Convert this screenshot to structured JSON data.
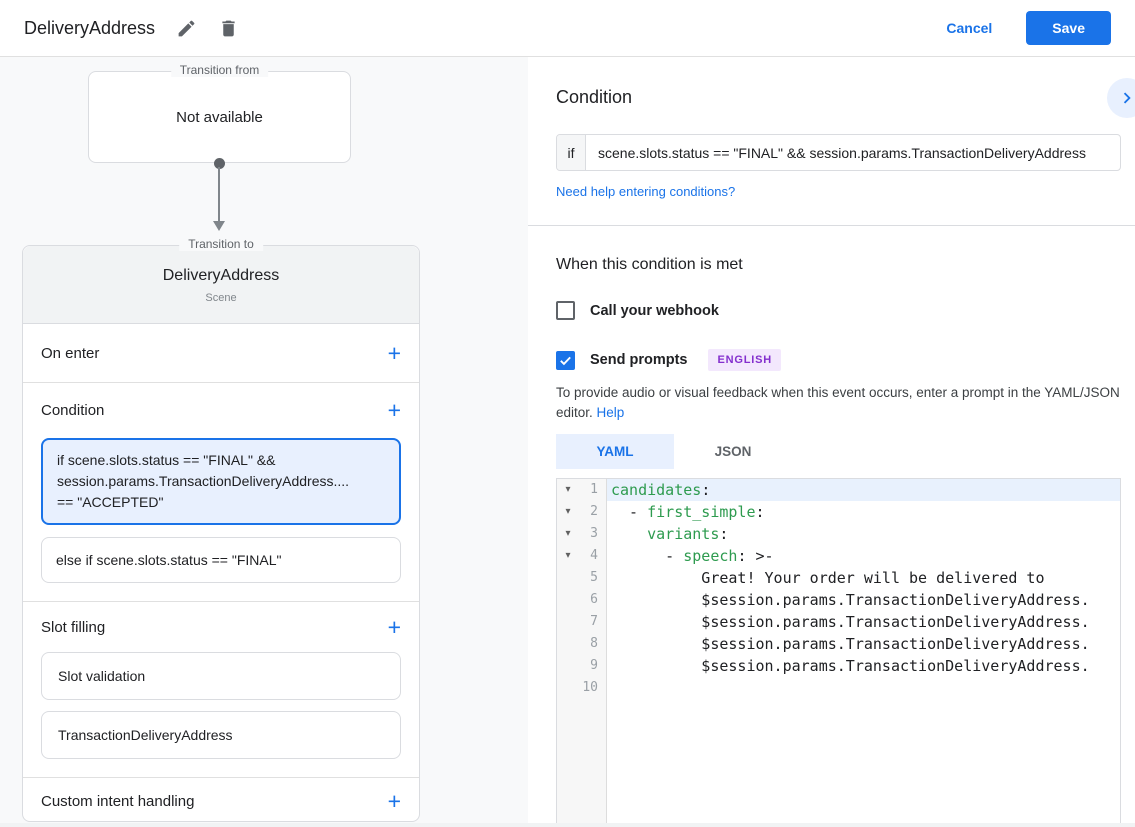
{
  "header": {
    "title": "DeliveryAddress",
    "cancel_label": "Cancel",
    "save_label": "Save"
  },
  "flow": {
    "from_label": "Transition from",
    "from_value": "Not available",
    "to_label": "Transition to",
    "scene_name": "DeliveryAddress",
    "scene_subtitle": "Scene"
  },
  "scene_card": {
    "sections": {
      "on_enter": "On enter",
      "condition": "Condition",
      "slot_filling": "Slot filling",
      "custom_intent": "Custom intent handling"
    },
    "condition_boxes": {
      "selected": "if scene.slots.status == \"FINAL\" &&\nsession.params.TransactionDeliveryAddress....\n== \"ACCEPTED\"",
      "else": "else if scene.slots.status == \"FINAL\""
    },
    "slot_boxes": {
      "validation": "Slot validation",
      "slot": "TransactionDeliveryAddress"
    }
  },
  "condition_panel": {
    "title": "Condition",
    "if_label": "if",
    "if_value": "scene.slots.status == \"FINAL\" && session.params.TransactionDeliveryAddress",
    "help_link": "Need help entering conditions?"
  },
  "when_met": {
    "title": "When this condition is met",
    "webhook_label": "Call your webhook",
    "webhook_checked": false,
    "prompts_label": "Send prompts",
    "prompts_checked": true,
    "language_badge": "ENGLISH",
    "description": "To provide audio or visual feedback when this event occurs, enter a prompt in the YAML/JSON editor.",
    "help_label": "Help"
  },
  "editor": {
    "yaml_tab": "YAML",
    "json_tab": "JSON",
    "lines": [
      {
        "num": "1",
        "fold": true,
        "selected": true,
        "seg": [
          {
            "t": "candidates",
            "c": "k"
          },
          {
            "t": ":",
            "c": "p"
          }
        ]
      },
      {
        "num": "2",
        "fold": true,
        "seg": [
          {
            "t": "  - ",
            "c": "p"
          },
          {
            "t": "first_simple",
            "c": "k"
          },
          {
            "t": ":",
            "c": "p"
          }
        ]
      },
      {
        "num": "3",
        "fold": true,
        "seg": [
          {
            "t": "    ",
            "c": "p"
          },
          {
            "t": "variants",
            "c": "k"
          },
          {
            "t": ":",
            "c": "p"
          }
        ]
      },
      {
        "num": "4",
        "fold": true,
        "seg": [
          {
            "t": "      - ",
            "c": "p"
          },
          {
            "t": "speech",
            "c": "k"
          },
          {
            "t": ": >-",
            "c": "p"
          }
        ]
      },
      {
        "num": "5",
        "seg": [
          {
            "t": "          Great! Your order will be delivered to",
            "c": "p"
          }
        ]
      },
      {
        "num": "6",
        "seg": [
          {
            "t": "          $session.params.TransactionDeliveryAddress.",
            "c": "p"
          }
        ]
      },
      {
        "num": "7",
        "seg": [
          {
            "t": "          $session.params.TransactionDeliveryAddress.",
            "c": "p"
          }
        ]
      },
      {
        "num": "8",
        "seg": [
          {
            "t": "          $session.params.TransactionDeliveryAddress.",
            "c": "p"
          }
        ]
      },
      {
        "num": "9",
        "seg": [
          {
            "t": "          $session.params.TransactionDeliveryAddress.",
            "c": "p"
          }
        ]
      },
      {
        "num": "10",
        "seg": []
      }
    ]
  },
  "colors": {
    "accent_blue": "#1a73e8",
    "selected_bg": "#e8f0fe",
    "badge_bg": "#f3e8fd",
    "badge_text": "#8430ce",
    "yaml_key_green": "#2e9b4f"
  }
}
